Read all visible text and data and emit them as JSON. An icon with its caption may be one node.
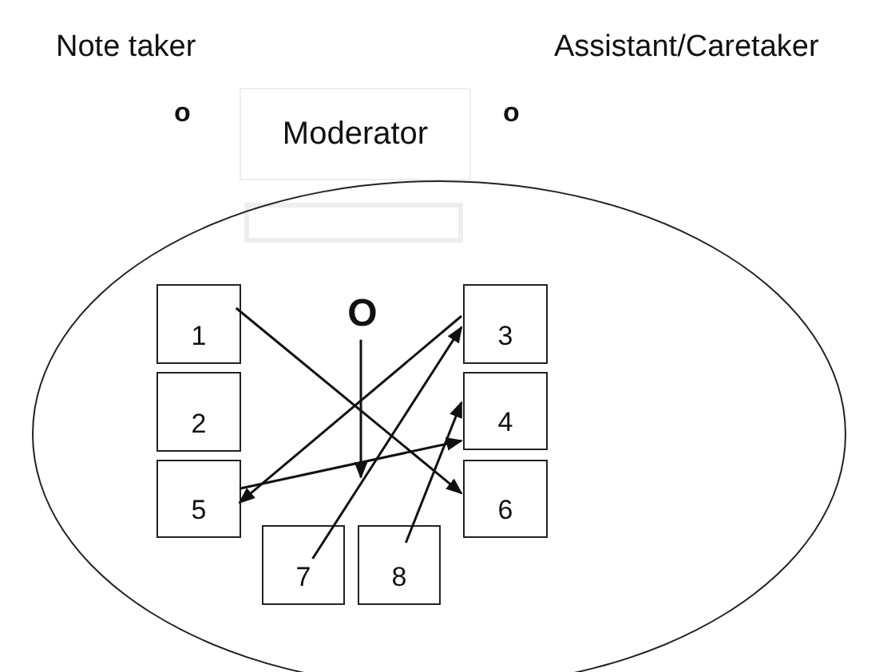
{
  "diagram": {
    "nodes": [
      {
        "text": [
          "Moderator"
        ]
      },
      {
        "text": [],
        "shape": "box",
        "in": 2
      },
      {
        "text": [],
        "shape": "ellipse"
      },
      {
        "text": [
          "1"
        ],
        "in": 2
      },
      {
        "text": [
          "2"
        ],
        "in": 2
      },
      {
        "text": [
          "3"
        ],
        "in": 2
      },
      {
        "text": [
          "4"
        ],
        "in": 2
      },
      {
        "text": [
          "5"
        ],
        "in": 2
      },
      {
        "text": [
          "6"
        ],
        "in": 2
      },
      {
        "text": [
          "7"
        ],
        "in": 2
      },
      {
        "text": [
          "8"
        ],
        "in": 2
      },
      {
        "text": [
          "O"
        ],
        "in": 2
      }
    ],
    "edges": [
      {
        "from": 3,
        "to": 8,
        "arrow": "to"
      },
      {
        "from": 5,
        "to": 7,
        "arrow": "to"
      },
      {
        "from": 9,
        "to": 5,
        "arrow": "to"
      },
      {
        "from": 7,
        "to": 6,
        "arrow": "to"
      },
      {
        "from": 10,
        "to": 6,
        "arrow": "to"
      },
      {
        "from": 11,
        "to": null,
        "arrow": "to"
      }
    ],
    "labels": [
      "Note taker",
      "Assistant/Caretaker",
      "o",
      "o"
    ]
  }
}
